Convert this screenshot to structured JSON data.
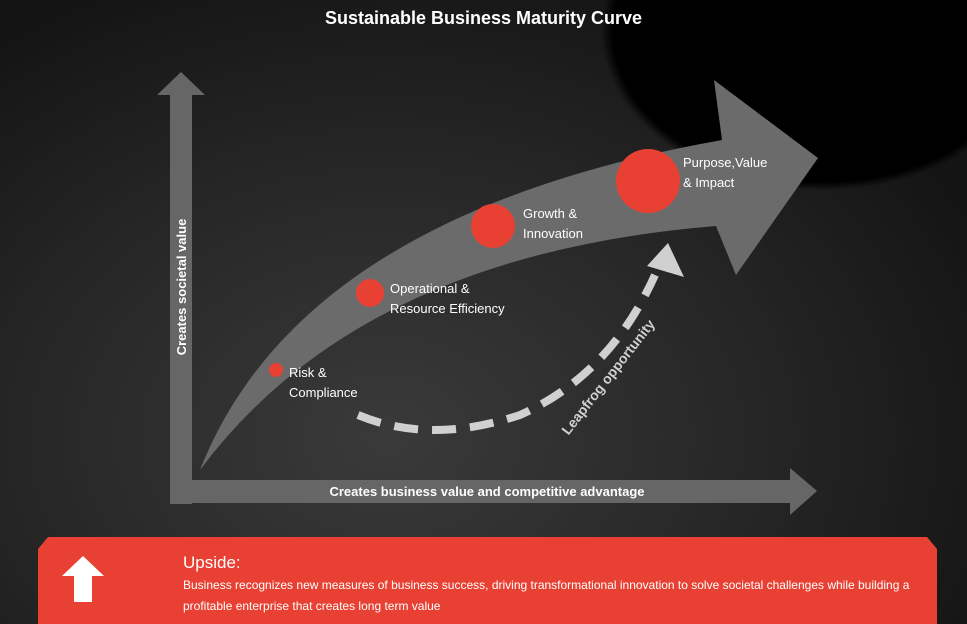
{
  "title": "Sustainable Business Maturity Curve",
  "y_axis_label": "Creates societal value",
  "x_axis_label": "Creates business value and competitive advantage",
  "stages": [
    {
      "line1": "Risk &",
      "line2": "Compliance"
    },
    {
      "line1": "Operational &",
      "line2": "Resource Efficiency"
    },
    {
      "line1": "Growth &",
      "line2": "Innovation"
    },
    {
      "line1": "Purpose,Value",
      "line2": "& Impact"
    }
  ],
  "leapfrog_label": "Leapfrog opportunity",
  "banner": {
    "title": "Upside:",
    "text": "Business recognizes new measures of business success, driving transformational innovation to solve societal challenges while building a profitable enterprise that creates long term value",
    "icon": "up-arrow-icon"
  },
  "colors": {
    "accent": "#e84133",
    "arrow": "#6b6b6b",
    "dashed": "#d0d0d0"
  }
}
